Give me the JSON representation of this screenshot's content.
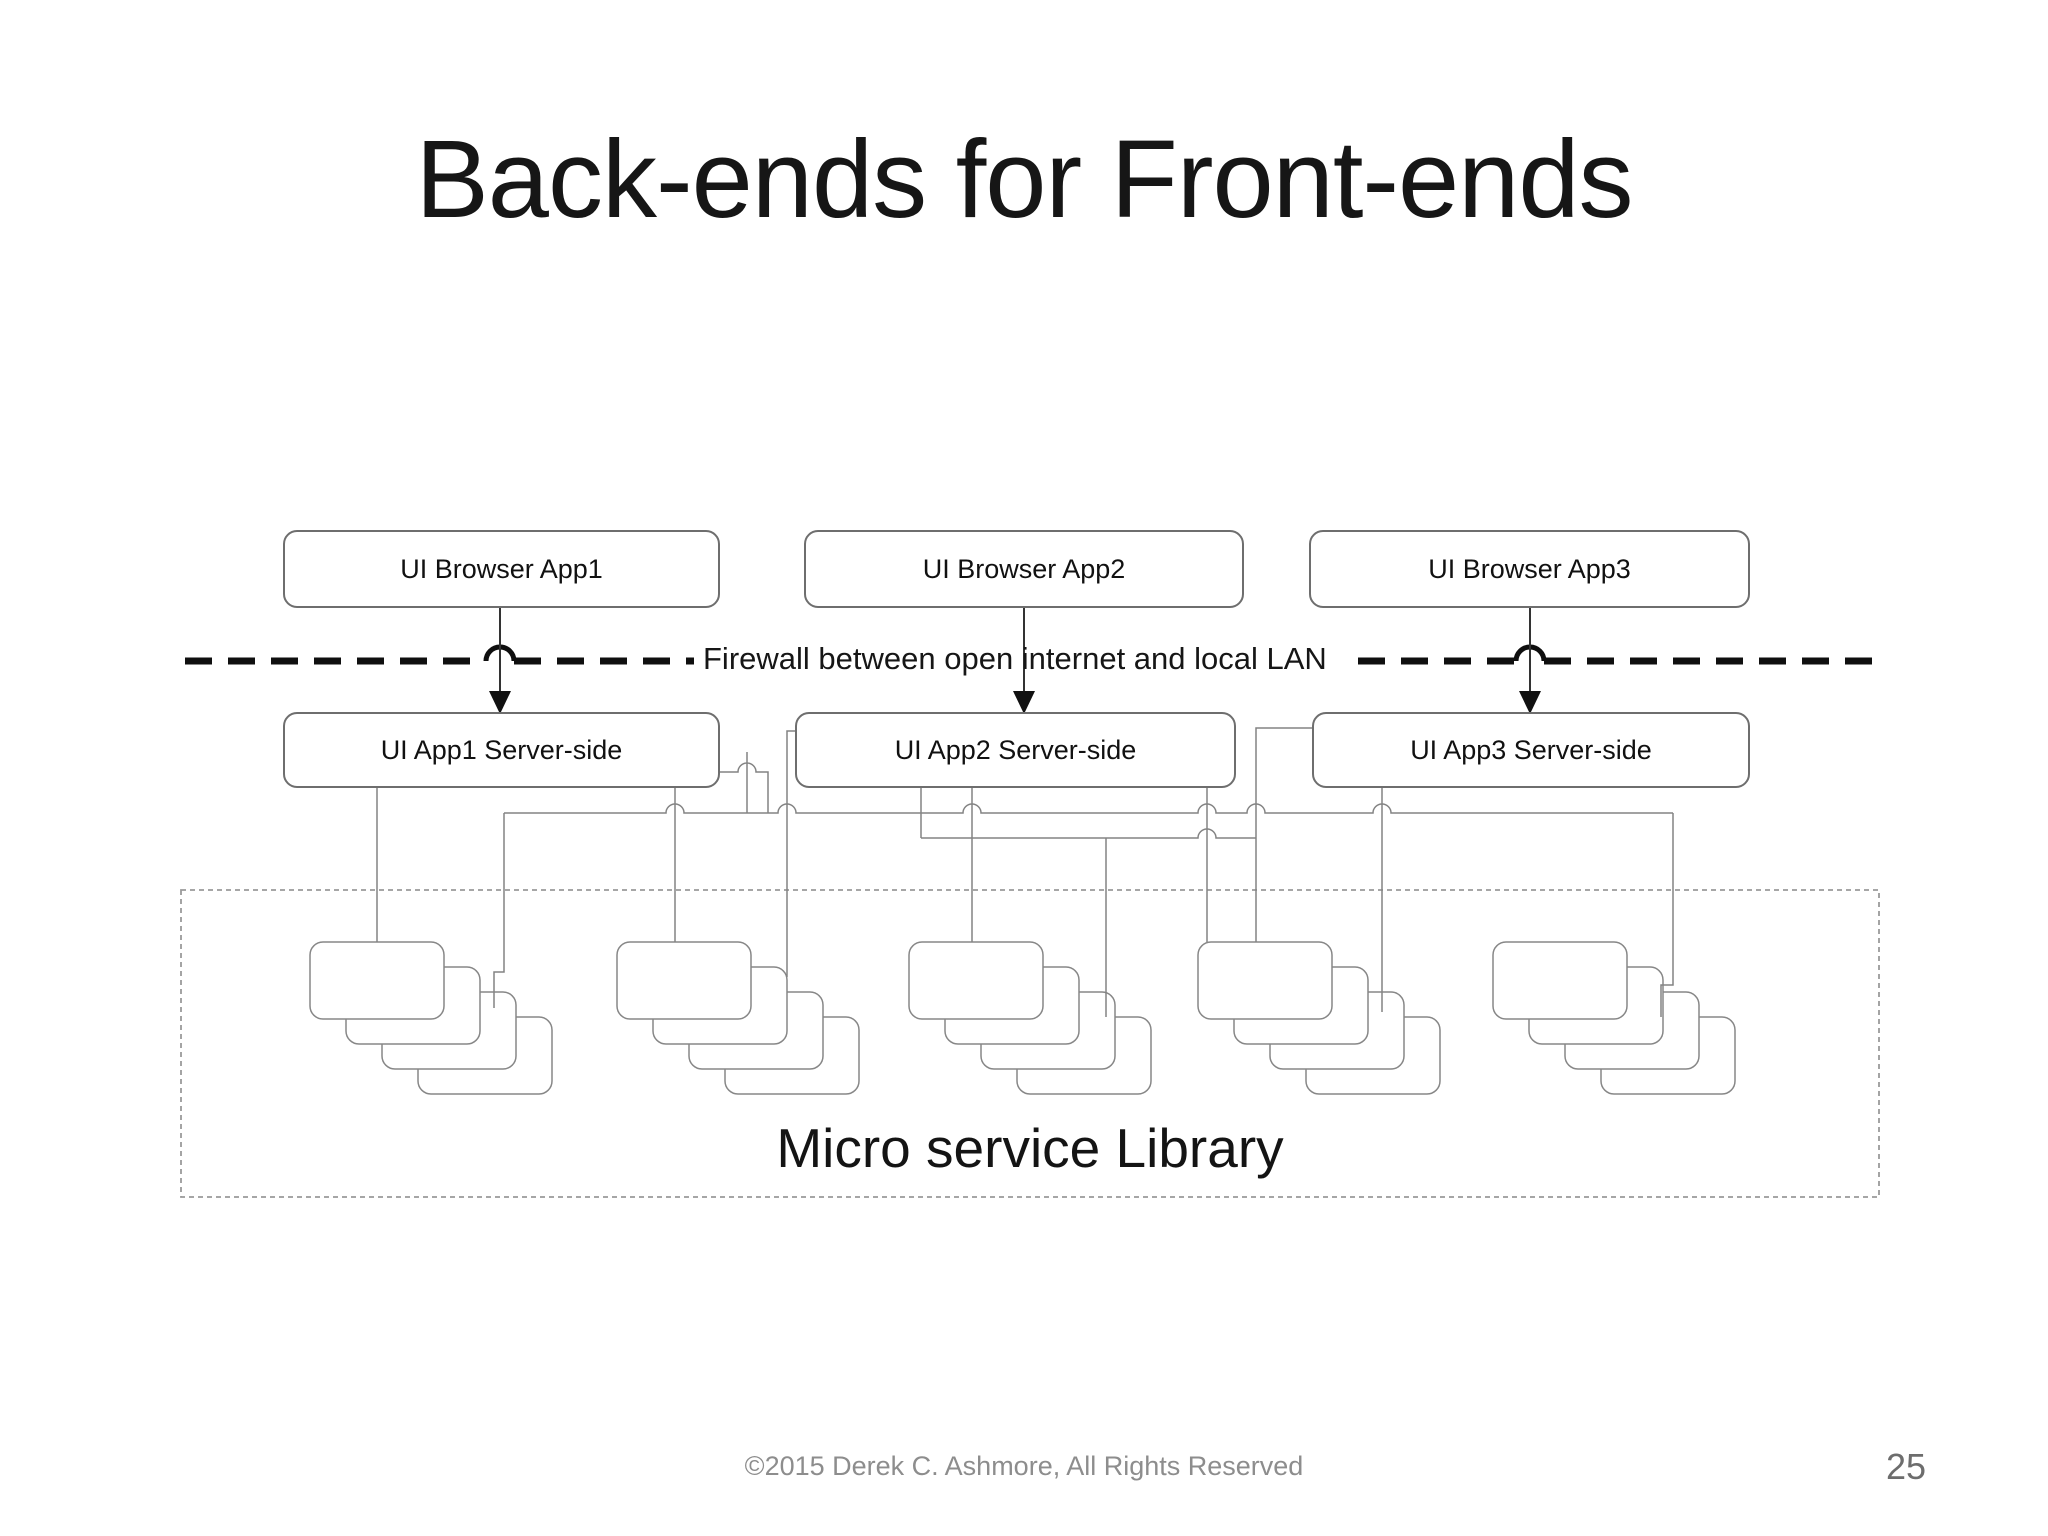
{
  "slide": {
    "title": "Back-ends for Front-ends",
    "footer": "©2015 Derek C. Ashmore, All Rights Reserved",
    "page_number": "25"
  },
  "diagram": {
    "browser_boxes": [
      {
        "label": "UI Browser App1"
      },
      {
        "label": "UI Browser App2"
      },
      {
        "label": "UI Browser App3"
      }
    ],
    "firewall_label": "Firewall between open internet and local LAN",
    "server_boxes": [
      {
        "label": "UI App1 Server-side"
      },
      {
        "label": "UI App2 Server-side"
      },
      {
        "label": "UI App3 Server-side"
      }
    ],
    "library_label": "Micro service Library",
    "colors": {
      "connector": "#838383",
      "box_border": "#6e6e6e",
      "firewall_line": "#0f0f0f",
      "text": "#141414",
      "footer_text": "#8d8d8d"
    }
  }
}
